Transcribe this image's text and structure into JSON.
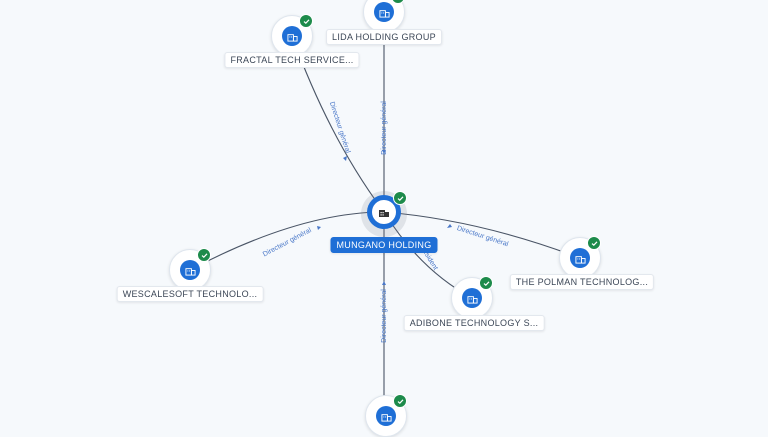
{
  "center": {
    "name": "MUNGANO HOLDING",
    "icon": "building-icon",
    "verified_icon": "check-icon"
  },
  "nodes": [
    {
      "id": "lida",
      "name": "LIDA HOLDING GROUP",
      "edge_label": "Directeur général"
    },
    {
      "id": "fractal",
      "name": "FRACTAL TECH SERVICE...",
      "edge_label": "Directeur général"
    },
    {
      "id": "wescalesoft",
      "name": "WESCALESOFT TECHNOLO...",
      "edge_label": "Directeur général"
    },
    {
      "id": "polman",
      "name": "THE POLMAN TECHNOLOG...",
      "edge_label": "Directeur général"
    },
    {
      "id": "adibone",
      "name": "ADIBONE TECHNOLOGY S...",
      "edge_label": "...sident"
    },
    {
      "id": "bottom",
      "name": "",
      "edge_label": "Directeur général"
    }
  ],
  "colors": {
    "accent": "#1f6fd6",
    "verified": "#1d8b4b",
    "edge": "#4a5566"
  }
}
